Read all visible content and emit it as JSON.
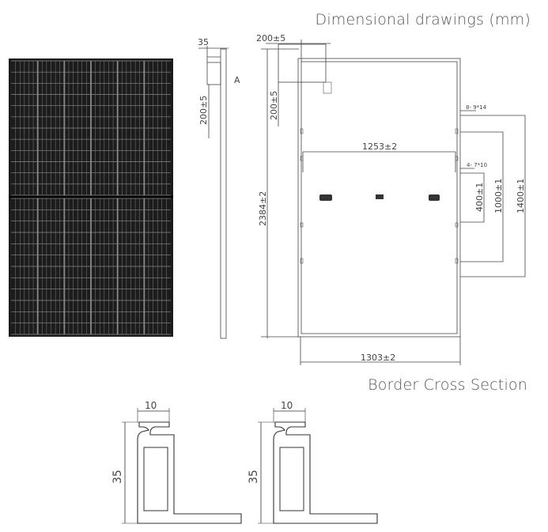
{
  "titles": {
    "main": "Dimensional drawings (mm)",
    "section": "Border Cross Section"
  },
  "side": {
    "thickness": "35",
    "hole_offset": "200±5",
    "marker": "A"
  },
  "back": {
    "top_offset": "200±5",
    "left_offset": "200±5",
    "height": "2384±2",
    "inner_width": "1253±2",
    "width": "1303±2",
    "hole_a": "8- 9*14",
    "hole_b": "4- 7*10",
    "spacing_400": "400±1",
    "spacing_1000": "1000±1",
    "spacing_1400": "1400±1"
  },
  "profile": {
    "lip": "10",
    "height": "35"
  },
  "colors": {
    "panel": "#1c1c1c",
    "cell_line": "#8a8a8a",
    "line": "#333333"
  }
}
